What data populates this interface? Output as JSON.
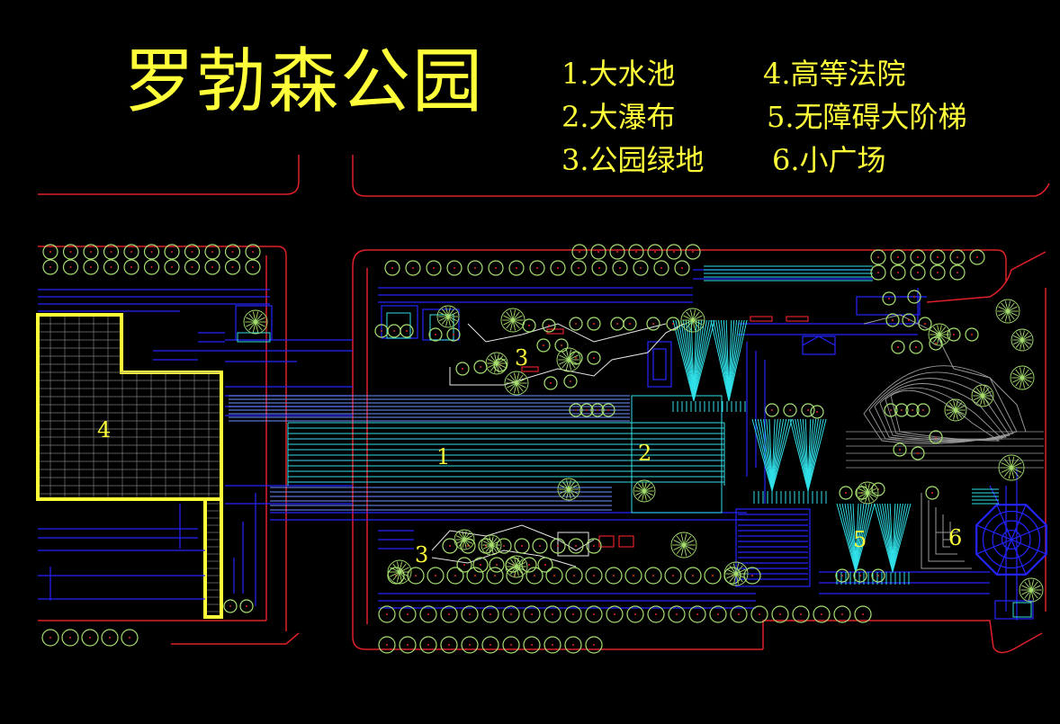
{
  "title": "罗勃森公园",
  "legend": [
    "1.大水池",
    "2.大瀑布",
    "3.公园绿地",
    "4.高等法院",
    "5.无障碍大阶梯",
    "6.小广场"
  ],
  "zone_labels": {
    "z1": "1",
    "z2": "2",
    "z3a": "3",
    "z3b": "3",
    "z4": "4",
    "z5": "5",
    "z6": "6"
  },
  "colors": {
    "background": "#000000",
    "label_yellow": "#ffff3a",
    "road_red": "#e0202a",
    "structure_blue": "#2424ff",
    "water_cyan": "#30e0e8",
    "tree_green": "#a8e070",
    "path_white": "#e8e8e8",
    "path_gray": "#9a9a9a"
  }
}
